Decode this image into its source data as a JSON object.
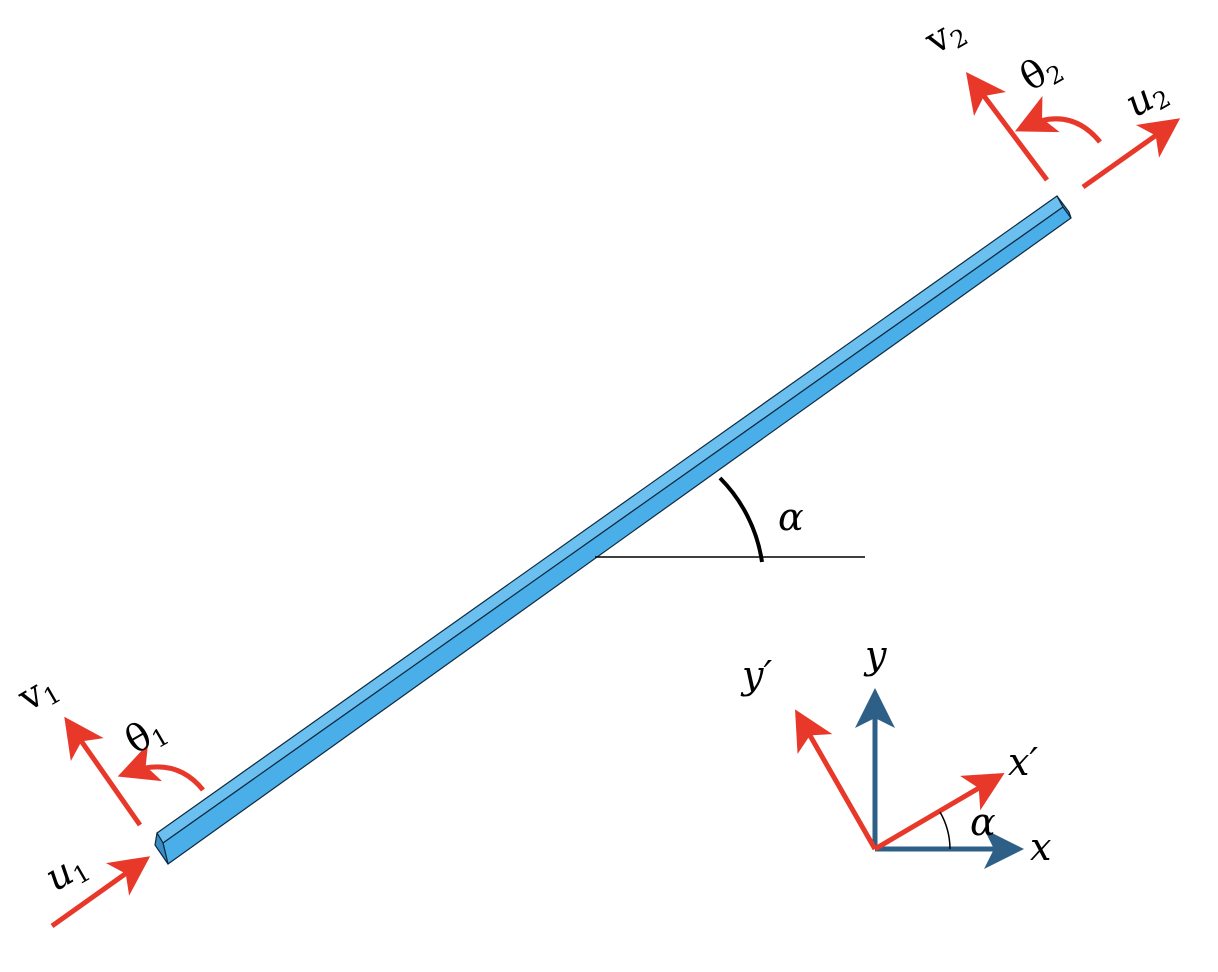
{
  "colors": {
    "beam_front": "#4aaee8",
    "beam_top": "#6cc0f0",
    "beam_end": "#3a8cc4",
    "force_arrows": "#e8382a",
    "global_axes": "#2e5f86",
    "line": "#000000"
  },
  "labels": {
    "v2": {
      "main": "v",
      "sub": "2"
    },
    "theta2": {
      "main": "θ",
      "sub": "2"
    },
    "u2": {
      "main": "u",
      "sub": "2"
    },
    "v1": {
      "main": "v",
      "sub": "1"
    },
    "theta1": {
      "main": "θ",
      "sub": "1"
    },
    "u1": {
      "main": "u",
      "sub": "1"
    },
    "alpha_beam": "α",
    "alpha_axes": "α",
    "x": "x",
    "y": "y",
    "x_prime": "x′",
    "y_prime": "y′"
  }
}
